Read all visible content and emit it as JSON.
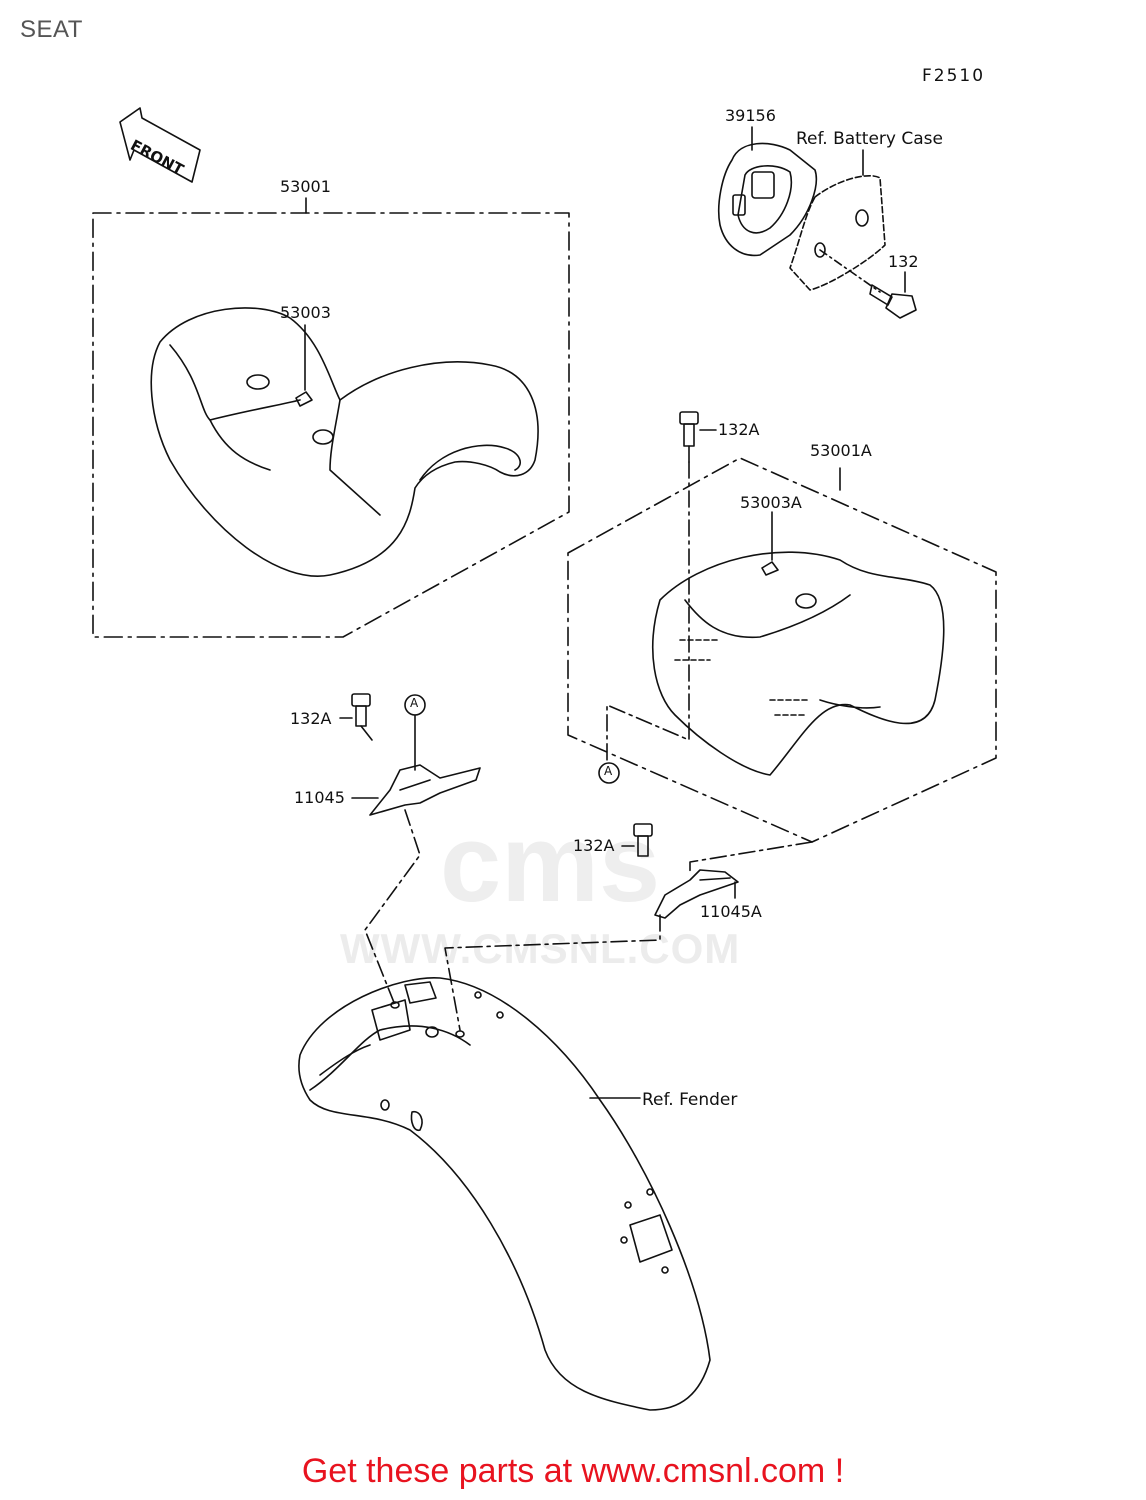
{
  "header": {
    "title": "SEAT",
    "figure_code": "F2510"
  },
  "callouts": {
    "front_arrow": "FRONT",
    "seat_assy": "53001",
    "seat_emblem": "53003",
    "storage_case": "39156",
    "battery_case_ref": "Ref. Battery Case",
    "bolt_132": "132",
    "bolt_132a_top": "132A",
    "seat_assy_a": "53001A",
    "seat_emblem_a": "53003A",
    "bolt_132a_left": "132A",
    "marker_a_left": "A",
    "bracket_11045": "11045",
    "marker_a_right": "A",
    "bolt_132a_right": "132A",
    "bracket_11045a": "11045A",
    "fender_ref": "Ref. Fender"
  },
  "watermark": {
    "logo": "cms",
    "url": "WWW.CMSNL.COM"
  },
  "footer": {
    "text": "Get these parts at www.cmsnl.com !"
  }
}
